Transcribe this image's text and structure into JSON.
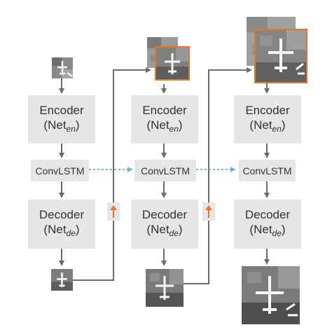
{
  "stages": [
    {
      "encoder": {
        "line1": "Encoder",
        "prefix": "(Net",
        "sub": "en",
        "suffix": ")"
      },
      "convlstm": "ConvLSTM",
      "decoder": {
        "line1": "Decoder",
        "prefix": "(Net",
        "sub": "de",
        "suffix": ")"
      }
    },
    {
      "encoder": {
        "line1": "Encoder",
        "prefix": "(Net",
        "sub": "en",
        "suffix": ")"
      },
      "convlstm": "ConvLSTM",
      "decoder": {
        "line1": "Decoder",
        "prefix": "(Net",
        "sub": "de",
        "suffix": ")"
      }
    },
    {
      "encoder": {
        "line1": "Encoder",
        "prefix": "(Net",
        "sub": "en",
        "suffix": ")"
      },
      "convlstm": "ConvLSTM",
      "decoder": {
        "line1": "Decoder",
        "prefix": "(Net",
        "sub": "de",
        "suffix": ")"
      }
    }
  ],
  "colors": {
    "block": "#e6e6e6",
    "text": "#333333",
    "arrow": "#6a6a6a",
    "recurrent_arrow": "#7aaee6",
    "upsample_arrow": "#e8742c",
    "highlight_frame": "#e8742c"
  }
}
